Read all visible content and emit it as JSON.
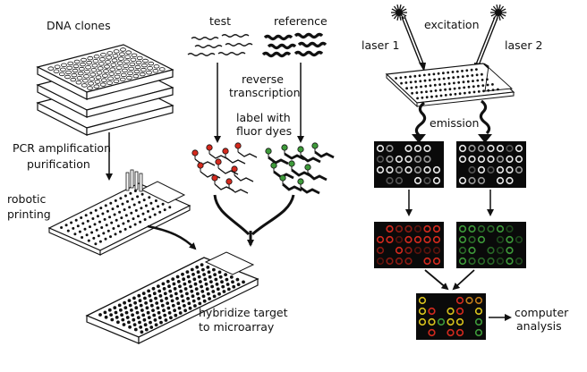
{
  "labels": {
    "dna_clones": "DNA clones",
    "test": "test",
    "reference": "reference",
    "reverse": "reverse",
    "transcription": "transcription",
    "label_with": "label with",
    "fluor_dyes": "fluor dyes",
    "pcr_amplification": "PCR amplification",
    "purification": "purification",
    "robotic": "robotic",
    "printing": "printing",
    "hybridize": "hybridize target",
    "to_microarray": "to microarray",
    "excitation": "excitation",
    "laser1": "laser 1",
    "laser2": "laser 2",
    "emission": "emission",
    "computer": "computer",
    "analysis": "analysis"
  },
  "colors": {
    "ink": "#111111",
    "red_dye": "#d42a1e",
    "green_dye": "#3e9a3a",
    "yellow_spot": "#d8c21c",
    "scan_bg": "#0a0a0a"
  },
  "icons": {
    "laser_source": "starburst",
    "emission_signal": "squiggle-arrow",
    "flow": "arrow"
  }
}
